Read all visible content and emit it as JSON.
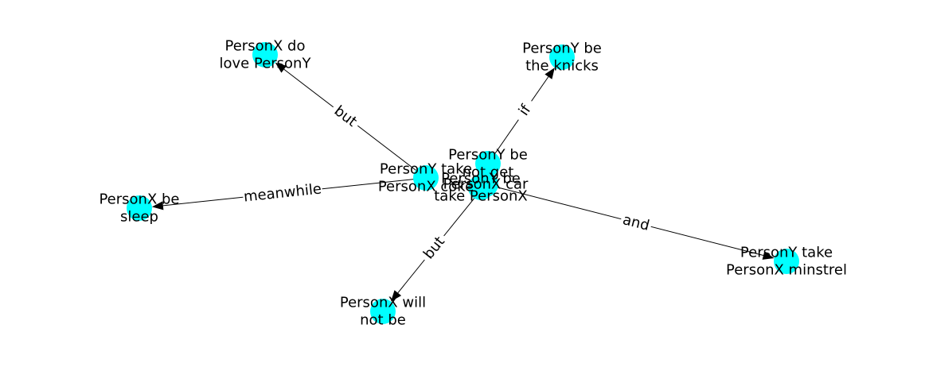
{
  "graph": {
    "node_color": "#00ffff",
    "edge_color": "#000000",
    "nodes": [
      {
        "id": "n_love",
        "lines": [
          "PersonX do",
          "love PersonY"
        ]
      },
      {
        "id": "n_knicks",
        "lines": [
          "PersonY be",
          "the knicks"
        ]
      },
      {
        "id": "n_sleep",
        "lines": [
          "PersonX be",
          "sleep"
        ]
      },
      {
        "id": "n_take_coke",
        "lines": [
          "PersonY take",
          "PersonX coke"
        ]
      },
      {
        "id": "n_not_get",
        "lines": [
          "PersonY be",
          "not get"
        ]
      },
      {
        "id": "n_car",
        "lines": [
          "PersonX car"
        ]
      },
      {
        "id": "n_take_px",
        "lines": [
          "PersonY be",
          "take PersonX"
        ]
      },
      {
        "id": "n_minstrel",
        "lines": [
          "PersonY take",
          "PersonX minstrel"
        ]
      },
      {
        "id": "n_will_not",
        "lines": [
          "PersonX will",
          "not be"
        ]
      }
    ],
    "edges": [
      {
        "from": "n_take_coke",
        "to": "n_love",
        "label": "but"
      },
      {
        "from": "n_take_coke",
        "to": "n_sleep",
        "label": "meanwhile"
      },
      {
        "from": "n_not_get",
        "to": "n_knicks",
        "label": "if"
      },
      {
        "from": "n_car",
        "to": "n_minstrel",
        "label": "and"
      },
      {
        "from": "n_car",
        "to": "n_will_not",
        "label": "but"
      }
    ]
  }
}
